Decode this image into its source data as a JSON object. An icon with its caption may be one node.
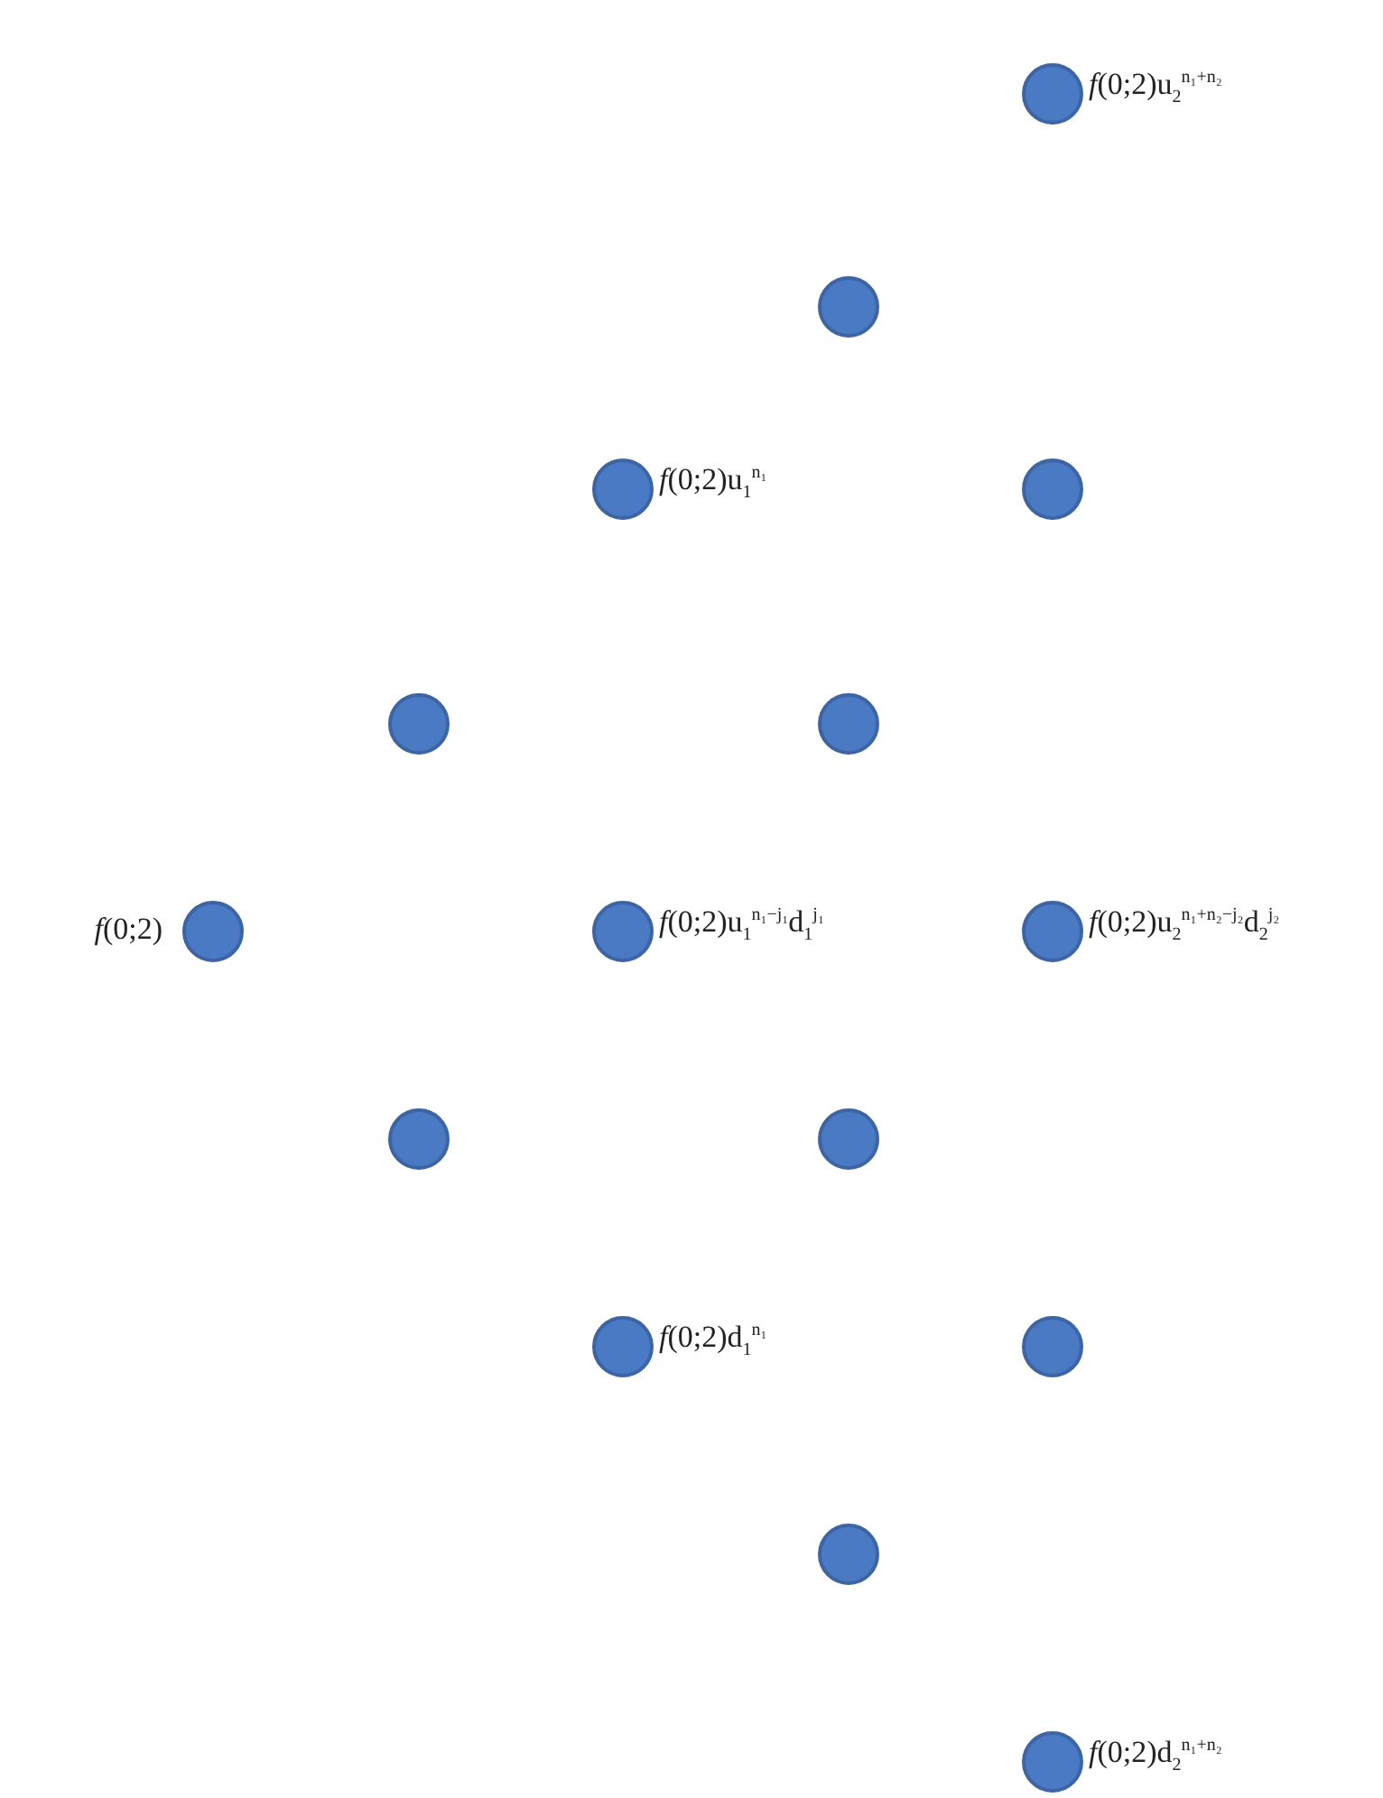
{
  "diagram": {
    "nodes": [
      {
        "text": [],
        "shape": "circle",
        "beside": [
          "*f*(0;2)u$_{2}$$^{n₁+n₂}$"
        ]
      },
      {
        "text": [],
        "shape": "circle"
      },
      {
        "text": [],
        "shape": "circle",
        "beside": [
          "*f*(0;2)u$_{1}$$^{n₁}$"
        ]
      },
      {
        "text": [],
        "shape": "circle"
      },
      {
        "text": [],
        "shape": "circle"
      },
      {
        "text": [],
        "shape": "circle"
      },
      {
        "text": [],
        "shape": "circle",
        "beside": [
          "*f*(0;2)"
        ]
      },
      {
        "text": [],
        "shape": "circle",
        "beside": [
          "*f*(0;2)u$_{1}$$^{n₁−j₁}$d$_{1}$$^{j₁}$"
        ]
      },
      {
        "text": [],
        "shape": "circle",
        "beside": [
          "*f*(0;2)u$_{2}$$^{n₁+n₂−j₂}$d$_{2}$$^{j₂}$"
        ]
      },
      {
        "text": [],
        "shape": "circle"
      },
      {
        "text": [],
        "shape": "circle"
      },
      {
        "text": [],
        "shape": "circle",
        "beside": [
          "*f*(0;2)d$_{1}$$^{n₁}$"
        ]
      },
      {
        "text": [],
        "shape": "circle"
      },
      {
        "text": [],
        "shape": "circle"
      },
      {
        "text": [],
        "shape": "circle",
        "beside": [
          "*f*(0;2)d$_{2}$$^{n₁+n₂}$"
        ]
      }
    ]
  }
}
